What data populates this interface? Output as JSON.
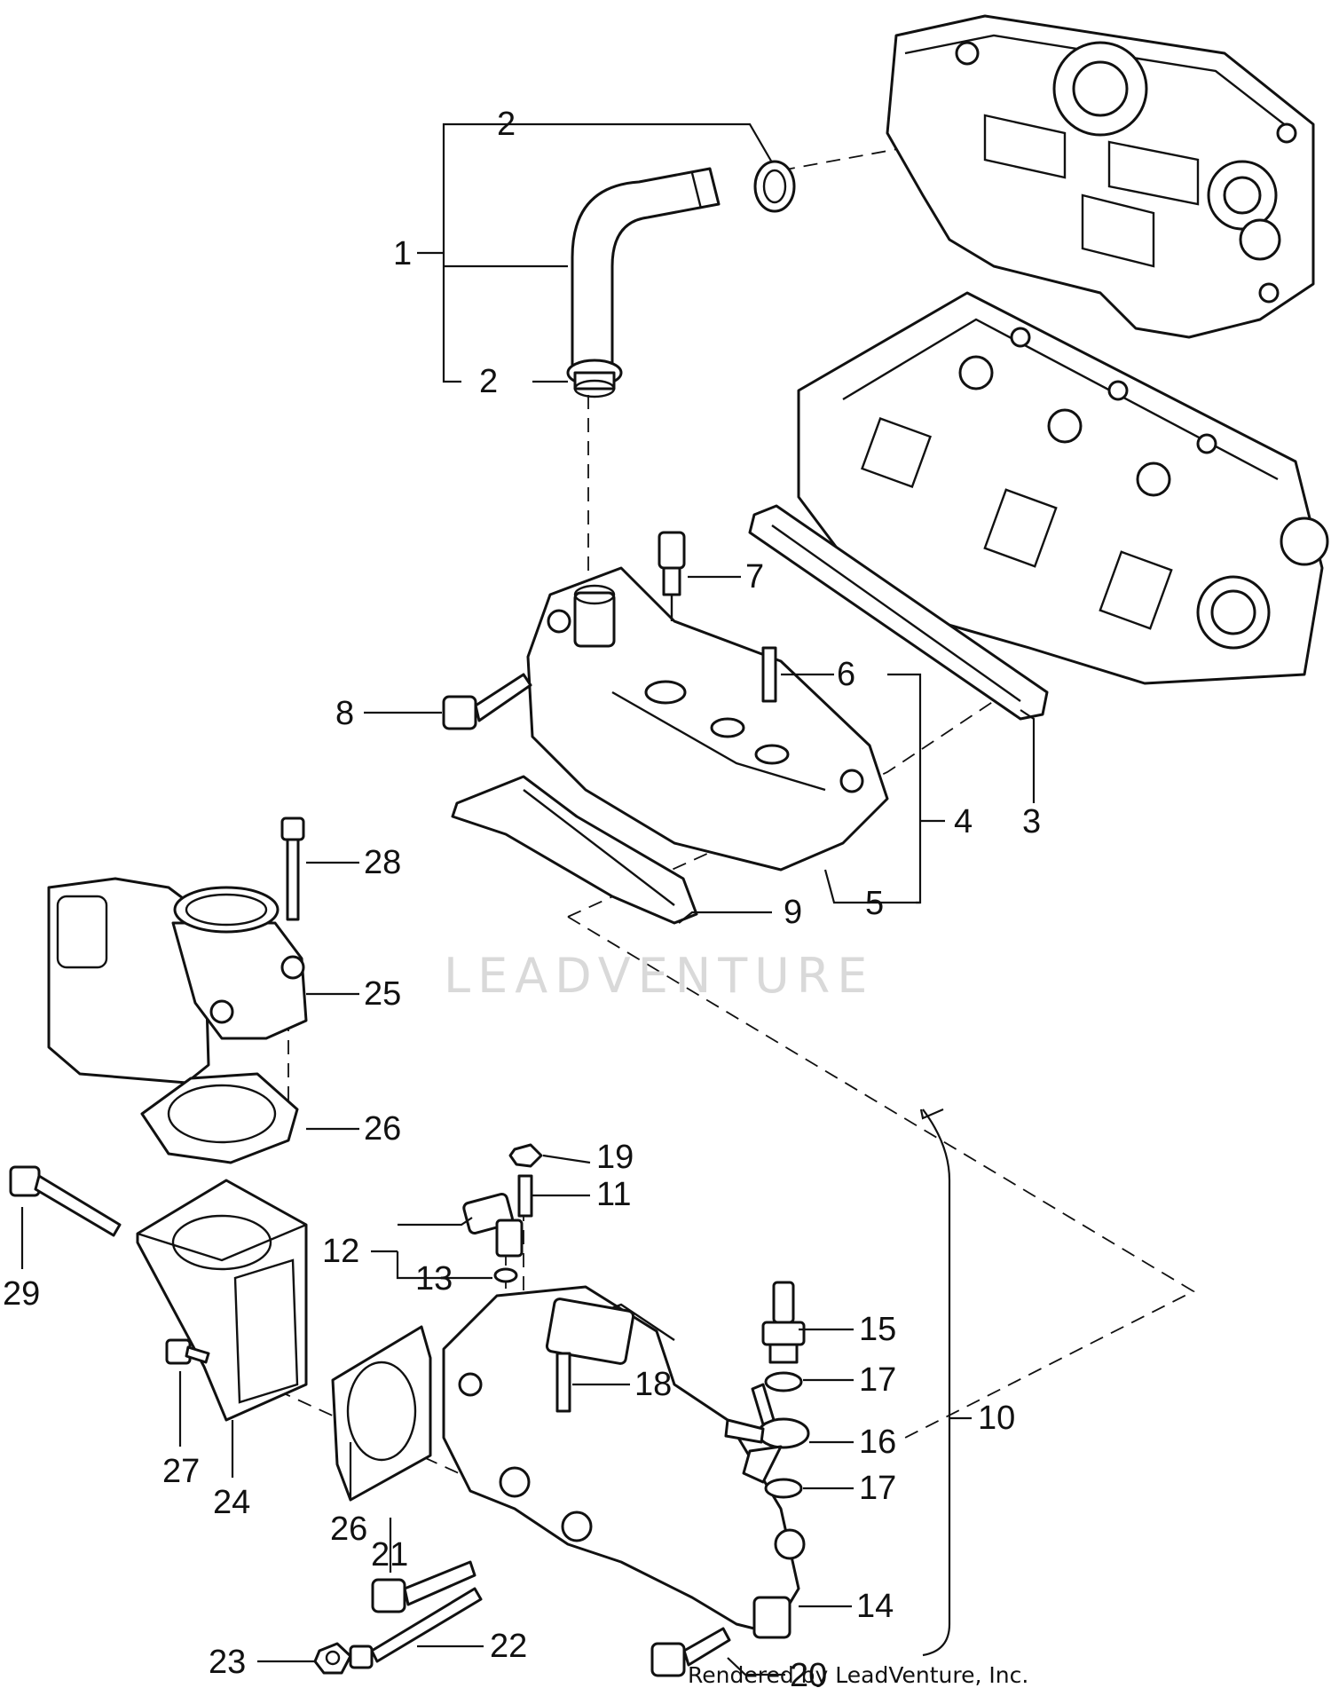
{
  "watermark": "LEADVENTURE",
  "footer": "Rendered by LeadVenture, Inc.",
  "callouts": [
    "1",
    "2",
    "2",
    "3",
    "4",
    "5",
    "6",
    "7",
    "8",
    "9",
    "10",
    "11",
    "12",
    "13",
    "14",
    "15",
    "16",
    "17",
    "17",
    "18",
    "19",
    "20",
    "21",
    "22",
    "23",
    "24",
    "25",
    "26",
    "26",
    "27",
    "28",
    "29"
  ]
}
